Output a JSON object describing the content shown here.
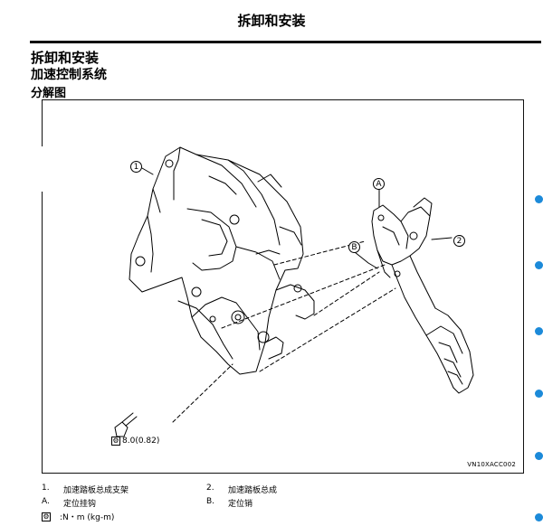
{
  "header": {
    "title": "拆卸和安装"
  },
  "section": {
    "h1": "拆卸和安装",
    "h2": "加速控制系统",
    "h3": "分解图"
  },
  "figure": {
    "code": "VN10XACC002",
    "callouts": {
      "c1": "1",
      "c2": "2",
      "cA": "A",
      "cB": "B"
    },
    "torque": {
      "icon": "torque-wrench-icon",
      "value": "8.0(0.82)"
    }
  },
  "legend": {
    "items": [
      {
        "num": "1.",
        "text": "加速踏板总成支架"
      },
      {
        "num": "2.",
        "text": "加速踏板总成"
      },
      {
        "num": "A.",
        "text": "定位挂钩"
      },
      {
        "num": "B.",
        "text": "定位销"
      }
    ],
    "unit": ":N・m (kg-m)"
  },
  "colors": {
    "side_mark": "#1c8ad9"
  }
}
